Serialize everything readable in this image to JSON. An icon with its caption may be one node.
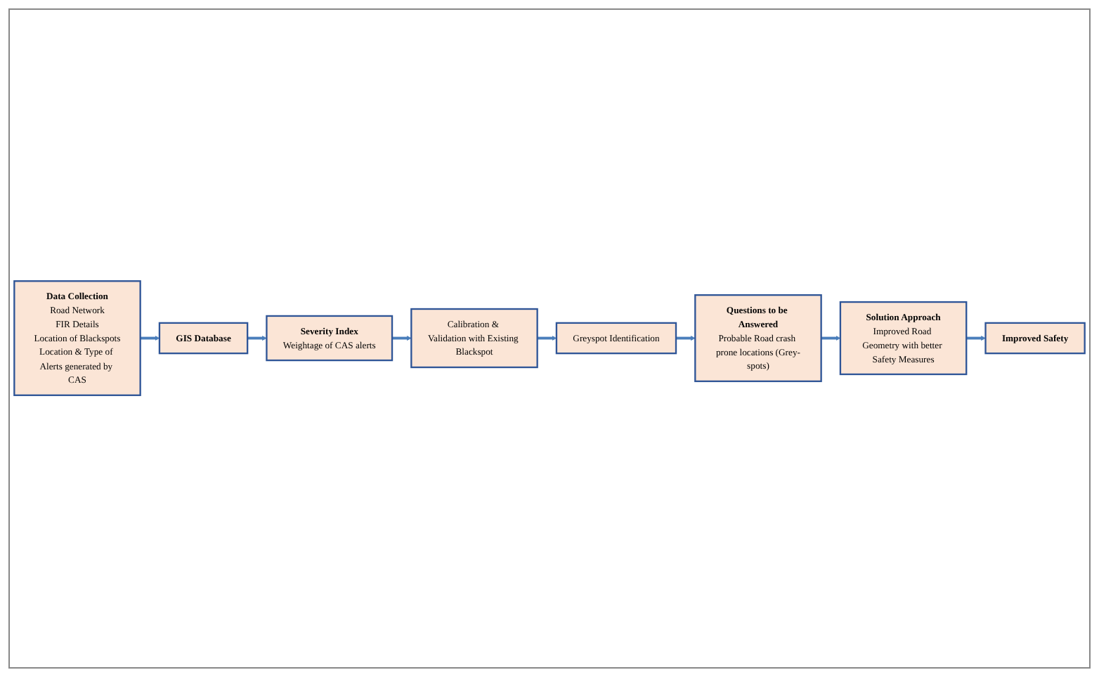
{
  "diagram": {
    "nodes": [
      {
        "text": [
          "Data Collection",
          "Road Network",
          "FIR Details",
          "Location of Blackspots",
          "Location & Type of Alerts generated by CAS"
        ]
      },
      {
        "text": [
          "GIS Database"
        ]
      },
      {
        "text": [
          "Severity Index",
          "Weightage of CAS alerts"
        ]
      },
      {
        "text": [
          "Calibration & Validation with Existing Blackspot"
        ]
      },
      {
        "text": [
          "Greyspot Identification"
        ]
      },
      {
        "text": [
          "Questions to be Answered",
          "Probable Road crash prone locations (Grey-spots)"
        ]
      },
      {
        "text": [
          "Solution Approach",
          "Improved Road Geometry with better Safety Measures"
        ]
      },
      {
        "text": [
          "Improved Safety"
        ]
      }
    ],
    "edges": [
      {
        "from": 0,
        "to": 1,
        "arrow": "to"
      },
      {
        "from": 1,
        "to": 2,
        "arrow": "to"
      },
      {
        "from": 2,
        "to": 3,
        "arrow": "to"
      },
      {
        "from": 3,
        "to": 4,
        "arrow": "to"
      },
      {
        "from": 4,
        "to": 5,
        "arrow": "to"
      },
      {
        "from": 5,
        "to": 6,
        "arrow": "to"
      },
      {
        "from": 6,
        "to": 7,
        "arrow": "to"
      }
    ]
  }
}
